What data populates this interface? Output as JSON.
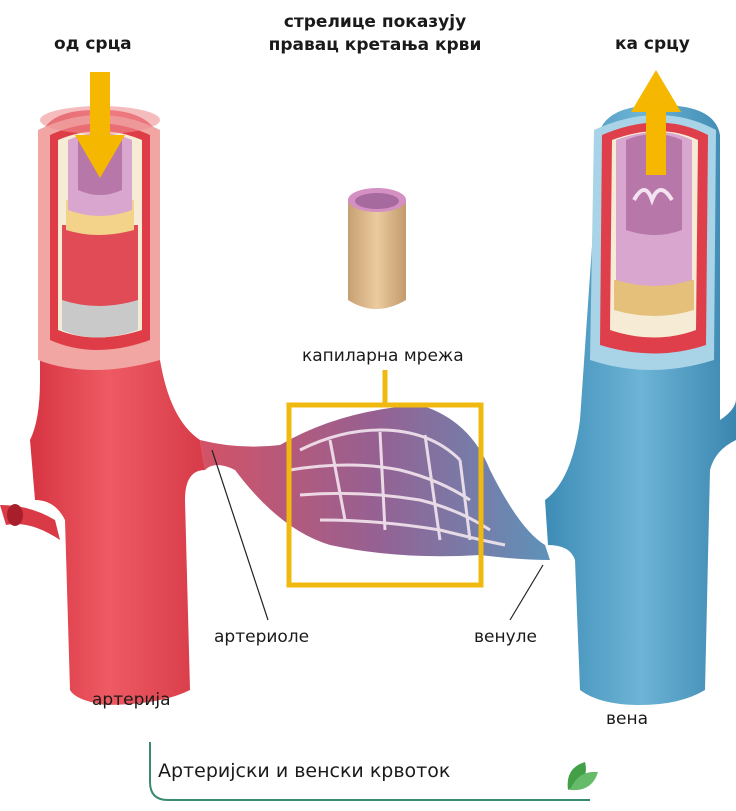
{
  "labels": {
    "from_heart": "од срца",
    "arrows_note_line1": "стрелице показују",
    "arrows_note_line2": "правац кретања крви",
    "to_heart": "ка срцу",
    "capillary_network": "капиларна мрежа",
    "arterioles": "артериоле",
    "venules": "венуле",
    "artery": "артерија",
    "vein": "вена"
  },
  "caption": "Артеријски и венски крвоток",
  "colors": {
    "artery_red": "#e6434f",
    "artery_dark": "#c62a38",
    "vein_blue": "#4f9ec4",
    "vein_dark": "#2f7ea8",
    "arrow_yellow": "#f5b700",
    "highlight_box": "#f0b90f",
    "inner_purple": "#c987b8",
    "caption_green": "#3a8a6e",
    "leaf_green": "#43a047"
  },
  "icons": [
    "down-arrow-icon",
    "up-arrow-icon",
    "leaf-icon"
  ]
}
